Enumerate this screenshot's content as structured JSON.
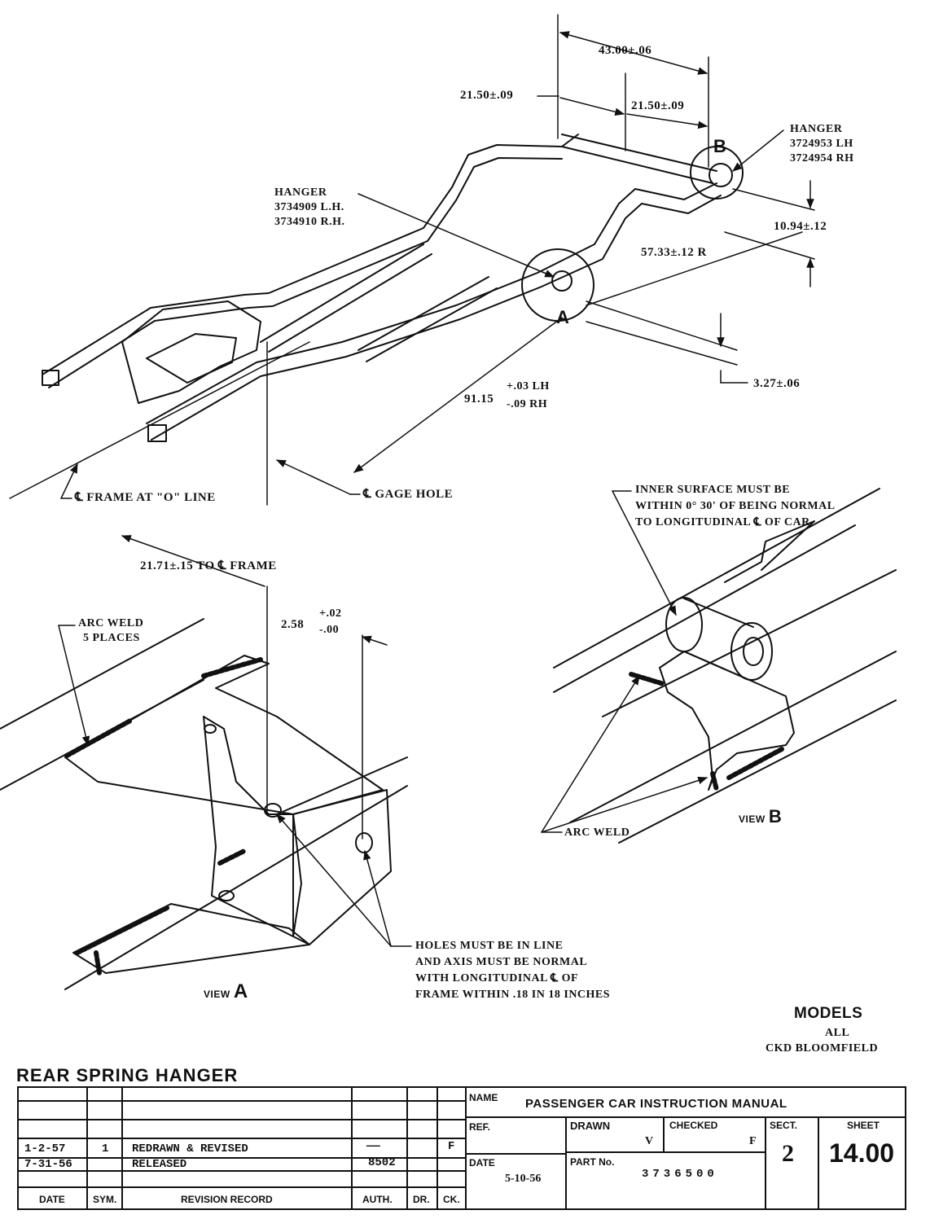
{
  "frame_view": {
    "dims": {
      "d43": "43.00±.06",
      "d2150a": "21.50±.09",
      "d2150b": "21.50±.09",
      "d1094": "10.94±.12",
      "d5733": "57.33±.12 R",
      "d327": "3.27±.06",
      "d9115_main": "91.15",
      "d9115_lh": "+.03 LH",
      "d9115_rh": "-.09 RH"
    },
    "hanger_b": [
      "HANGER",
      "3724953 LH",
      "3724954 RH"
    ],
    "hanger_a": [
      "HANGER",
      "3734909 L.H.",
      "3734910 R.H."
    ],
    "callout_b": "B",
    "callout_a": "A",
    "cl_frame": "℄ FRAME AT \"O\" LINE",
    "cl_gage": "℄ GAGE HOLE"
  },
  "view_a": {
    "dim_cl": "21.71±.15 TO ℄ FRAME",
    "dim_258": "2.58",
    "dim_258_plus": "+.02",
    "dim_258_minus": "-.00",
    "arc_weld": [
      "ARC WELD",
      "5 PLACES"
    ],
    "holes_note": [
      "HOLES MUST BE IN LINE",
      "AND AXIS MUST BE NORMAL",
      "WITH LONGITUDINAL ℄ OF",
      "FRAME WITHIN .18 IN 18 INCHES"
    ],
    "label_prefix": "VIEW",
    "label_letter": "A"
  },
  "view_b": {
    "note": [
      "INNER SURFACE MUST BE",
      "WITHIN 0° 30' OF BEING NORMAL",
      "TO LONGITUDINAL ℄ OF CAR"
    ],
    "arc_weld": "ARC WELD",
    "label_prefix": "VIEW",
    "label_letter": "B"
  },
  "models": {
    "heading": "MODELS",
    "line1": "ALL",
    "line2": "CKD BLOOMFIELD"
  },
  "title": "REAR SPRING HANGER",
  "title_block": {
    "name_label": "NAME",
    "name_value": "PASSENGER CAR INSTRUCTION MANUAL",
    "ref_label": "REF.",
    "drawn_label": "DRAWN",
    "drawn_value": "V",
    "checked_label": "CHECKED",
    "checked_value": "F",
    "sect_label": "SECT.",
    "sect_value": "2",
    "sheet_label": "SHEET",
    "sheet_value": "14.00",
    "date_label": "DATE",
    "date_value": "5-10-56",
    "part_label": "PART No.",
    "part_value": "3736500"
  },
  "revisions": {
    "headers": {
      "date": "DATE",
      "sym": "SYM.",
      "record": "REVISION RECORD",
      "auth": "AUTH.",
      "dr": "DR.",
      "ck": "CK."
    },
    "rows": [
      {
        "date": "1-2-57",
        "sym": "1",
        "record": "REDRAWN & REVISED",
        "auth": "——",
        "dr": "",
        "ck": "F"
      },
      {
        "date": "7-31-56",
        "sym": "",
        "record": "RELEASED",
        "auth": "8502",
        "dr": "",
        "ck": ""
      }
    ]
  }
}
